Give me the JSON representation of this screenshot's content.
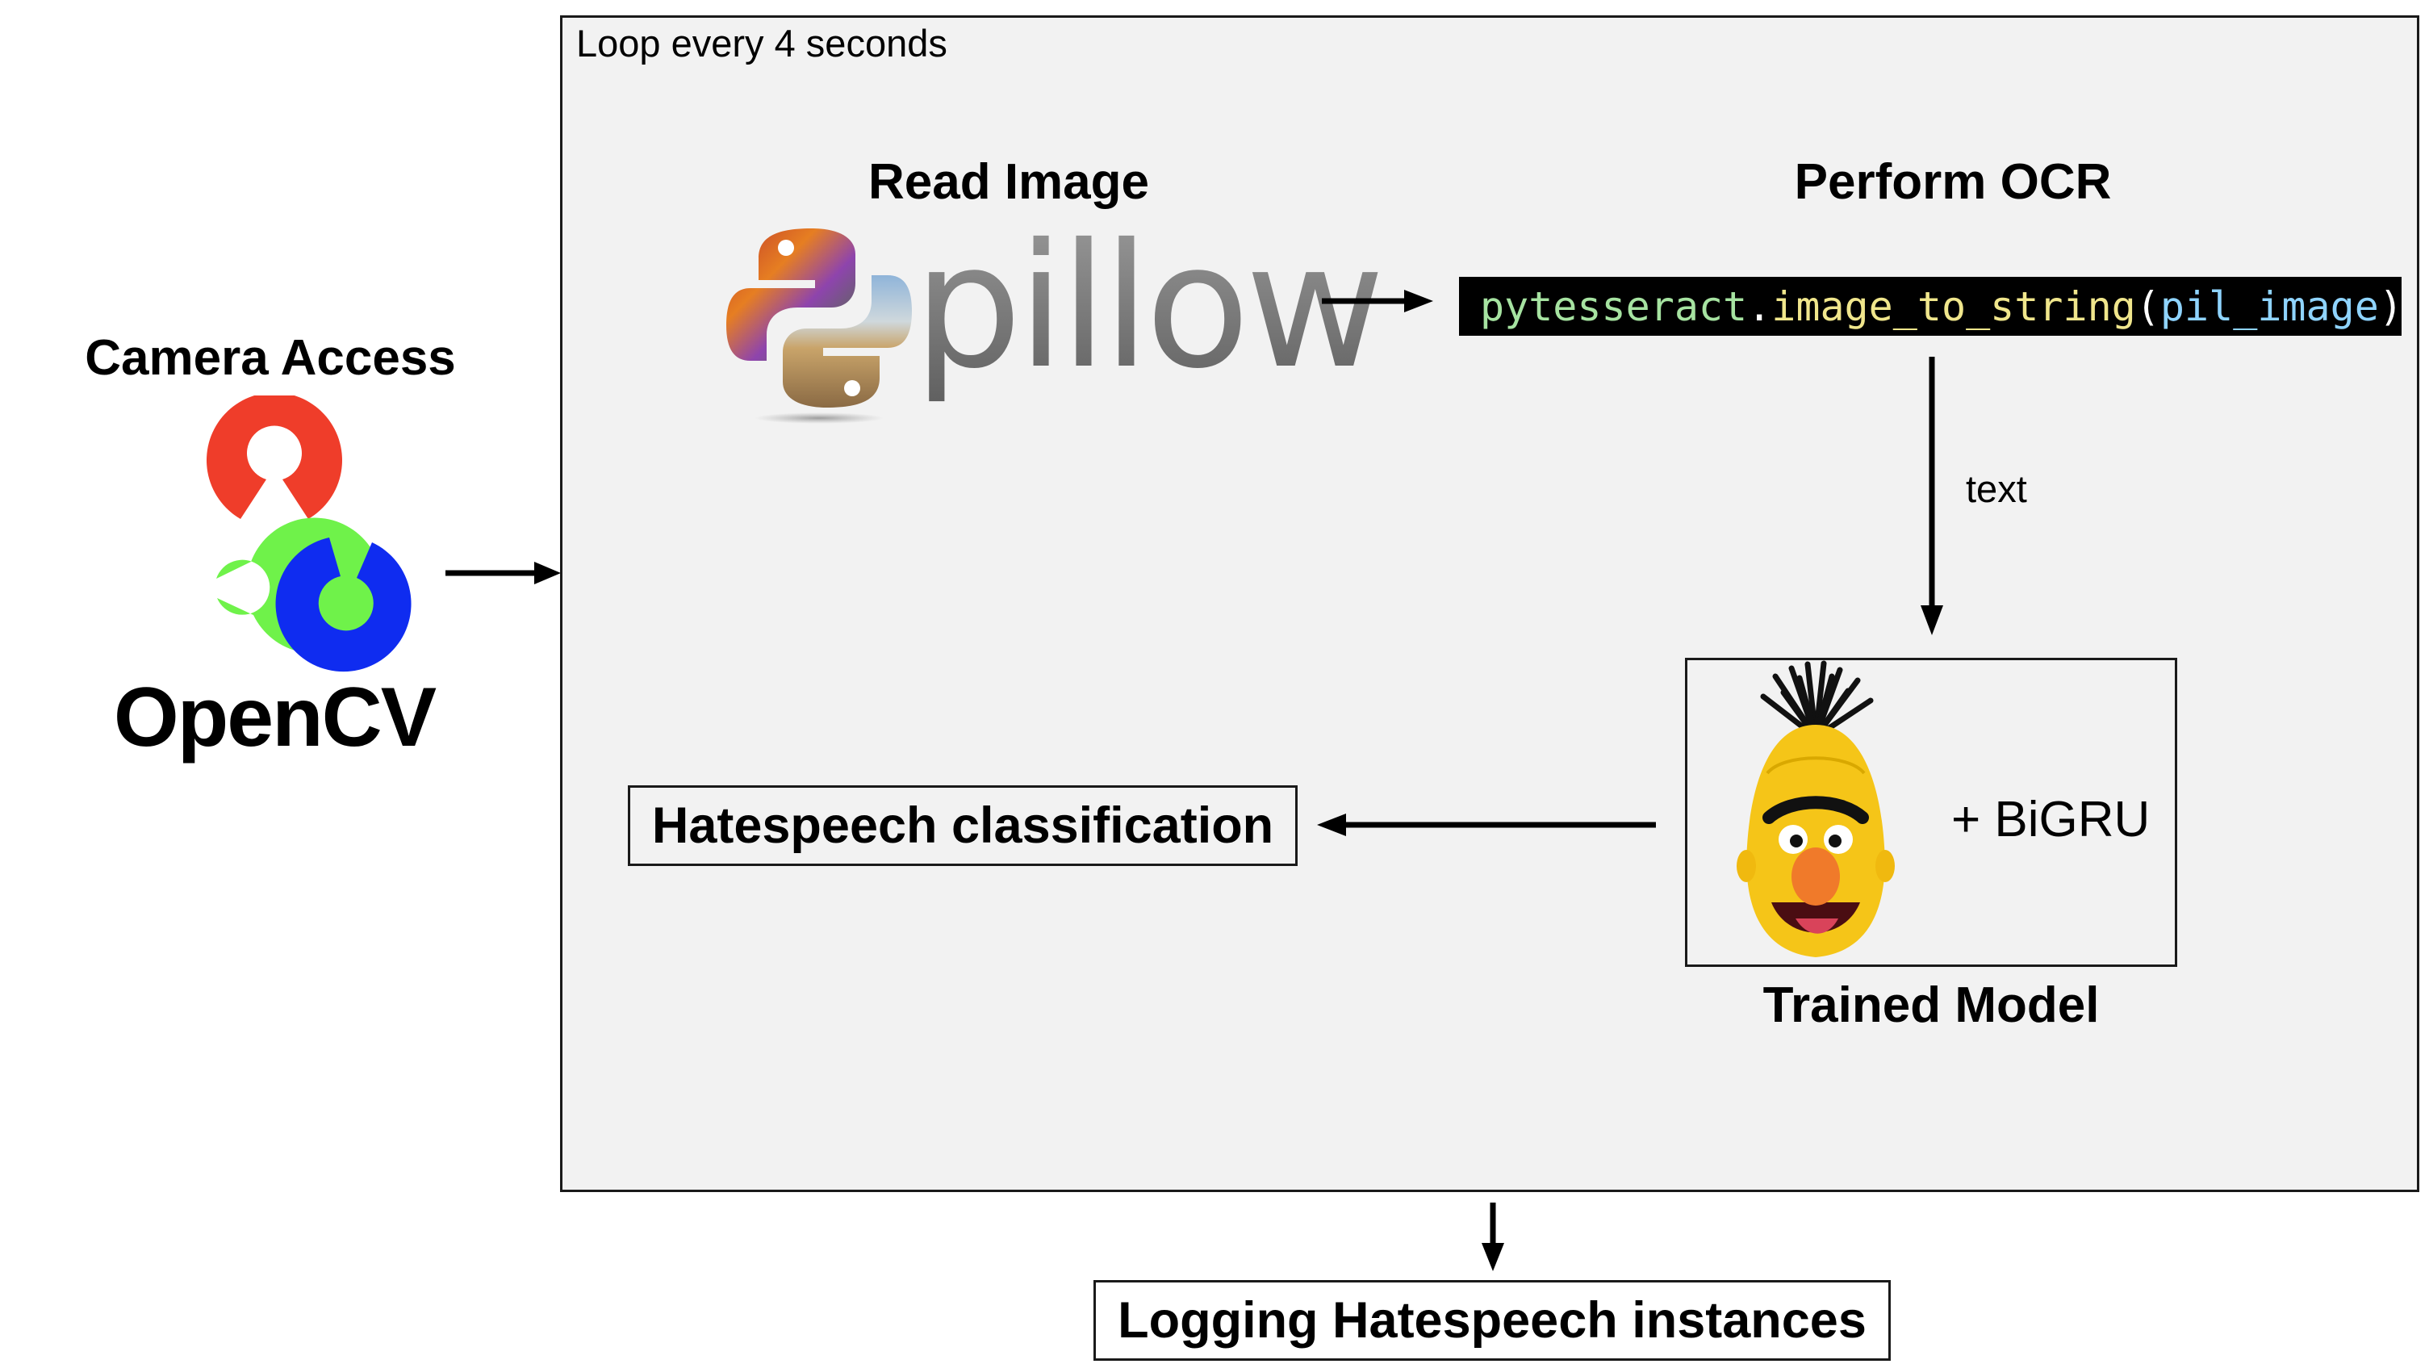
{
  "loop": {
    "label": "Loop every 4 seconds"
  },
  "camera": {
    "title": "Camera Access",
    "logo_text": "OpenCV"
  },
  "read_image": {
    "title": "Read Image",
    "logo_text": "pillow"
  },
  "ocr": {
    "title": "Perform OCR",
    "code": {
      "module": "pytesseract",
      "dot": ".",
      "function": "image_to_string",
      "open_paren": "(",
      "argument": "pil_image",
      "close_paren": ")"
    }
  },
  "edge_labels": {
    "ocr_to_model": "text"
  },
  "model": {
    "suffix": "+ BiGRU",
    "title": "Trained Model"
  },
  "classification": {
    "label": "Hatespeech classification"
  },
  "logging": {
    "label": "Logging Hatespeech instances"
  },
  "colors": {
    "loop_background": "#f2f2f2",
    "opencv_red": "#ef3d2a",
    "opencv_green": "#6ff24a",
    "opencv_blue": "#0f2cf0",
    "code_background": "#000000",
    "bert_yellow": "#f5c518",
    "bert_nose": "#f07a2a"
  },
  "icons": [
    "opencv-logo-icon",
    "python-pillow-logo-icon",
    "bert-muppet-icon"
  ]
}
